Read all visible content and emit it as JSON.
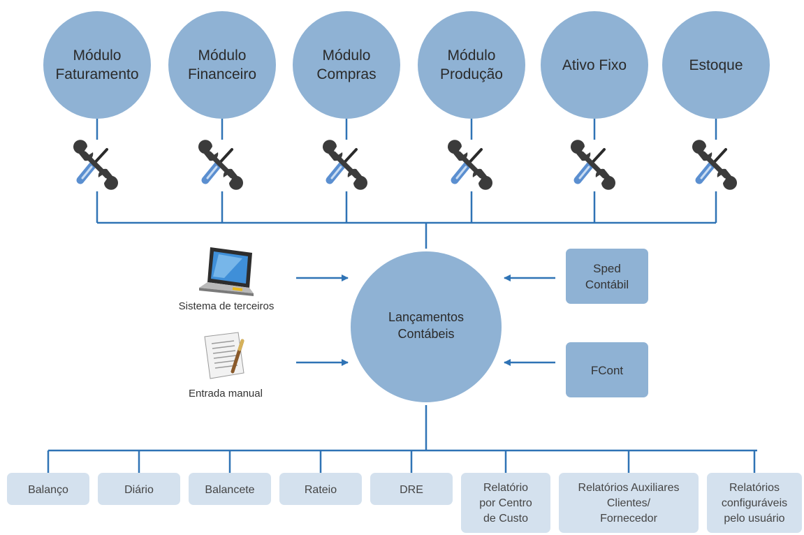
{
  "colors": {
    "module_circle": "#8fb2d4",
    "center_circle": "#8fb2d4",
    "source_box": "#8fb2d4",
    "output_box": "#d4e1ee",
    "connector": "#2f73b5",
    "wrench": "#3b3b3b",
    "screwdriver": "#5b8fd0"
  },
  "modules": [
    {
      "line1": "Módulo",
      "line2": "Faturamento",
      "icon": "tools-icon"
    },
    {
      "line1": "Módulo",
      "line2": "Financeiro",
      "icon": "tools-icon"
    },
    {
      "line1": "Módulo",
      "line2": "Compras",
      "icon": "tools-icon"
    },
    {
      "line1": "Módulo",
      "line2": "Produção",
      "icon": "tools-icon"
    },
    {
      "line1": "Ativo Fixo",
      "line2": "",
      "icon": "tools-icon"
    },
    {
      "line1": "Estoque",
      "line2": "",
      "icon": "tools-icon"
    }
  ],
  "center": {
    "line1": "Lançamentos",
    "line2": "Contábeis"
  },
  "left_inputs": [
    {
      "label": "Sistema de terceiros",
      "icon": "laptop-icon"
    },
    {
      "label": "Entrada manual",
      "icon": "document-pen-icon"
    }
  ],
  "right_inputs": [
    {
      "line1": "Sped",
      "line2": "Contábil"
    },
    {
      "line1": "FCont",
      "line2": ""
    }
  ],
  "outputs": [
    {
      "lines": [
        "Balanço"
      ]
    },
    {
      "lines": [
        "Diário"
      ]
    },
    {
      "lines": [
        "Balancete"
      ]
    },
    {
      "lines": [
        "Rateio"
      ]
    },
    {
      "lines": [
        "DRE"
      ]
    },
    {
      "lines": [
        "Relatório",
        "por Centro",
        "de Custo"
      ]
    },
    {
      "lines": [
        "Relatórios Auxiliares",
        "Clientes/",
        "Fornecedor"
      ]
    },
    {
      "lines": [
        "Relatórios",
        "configuráveis",
        "pelo usuário"
      ]
    }
  ]
}
